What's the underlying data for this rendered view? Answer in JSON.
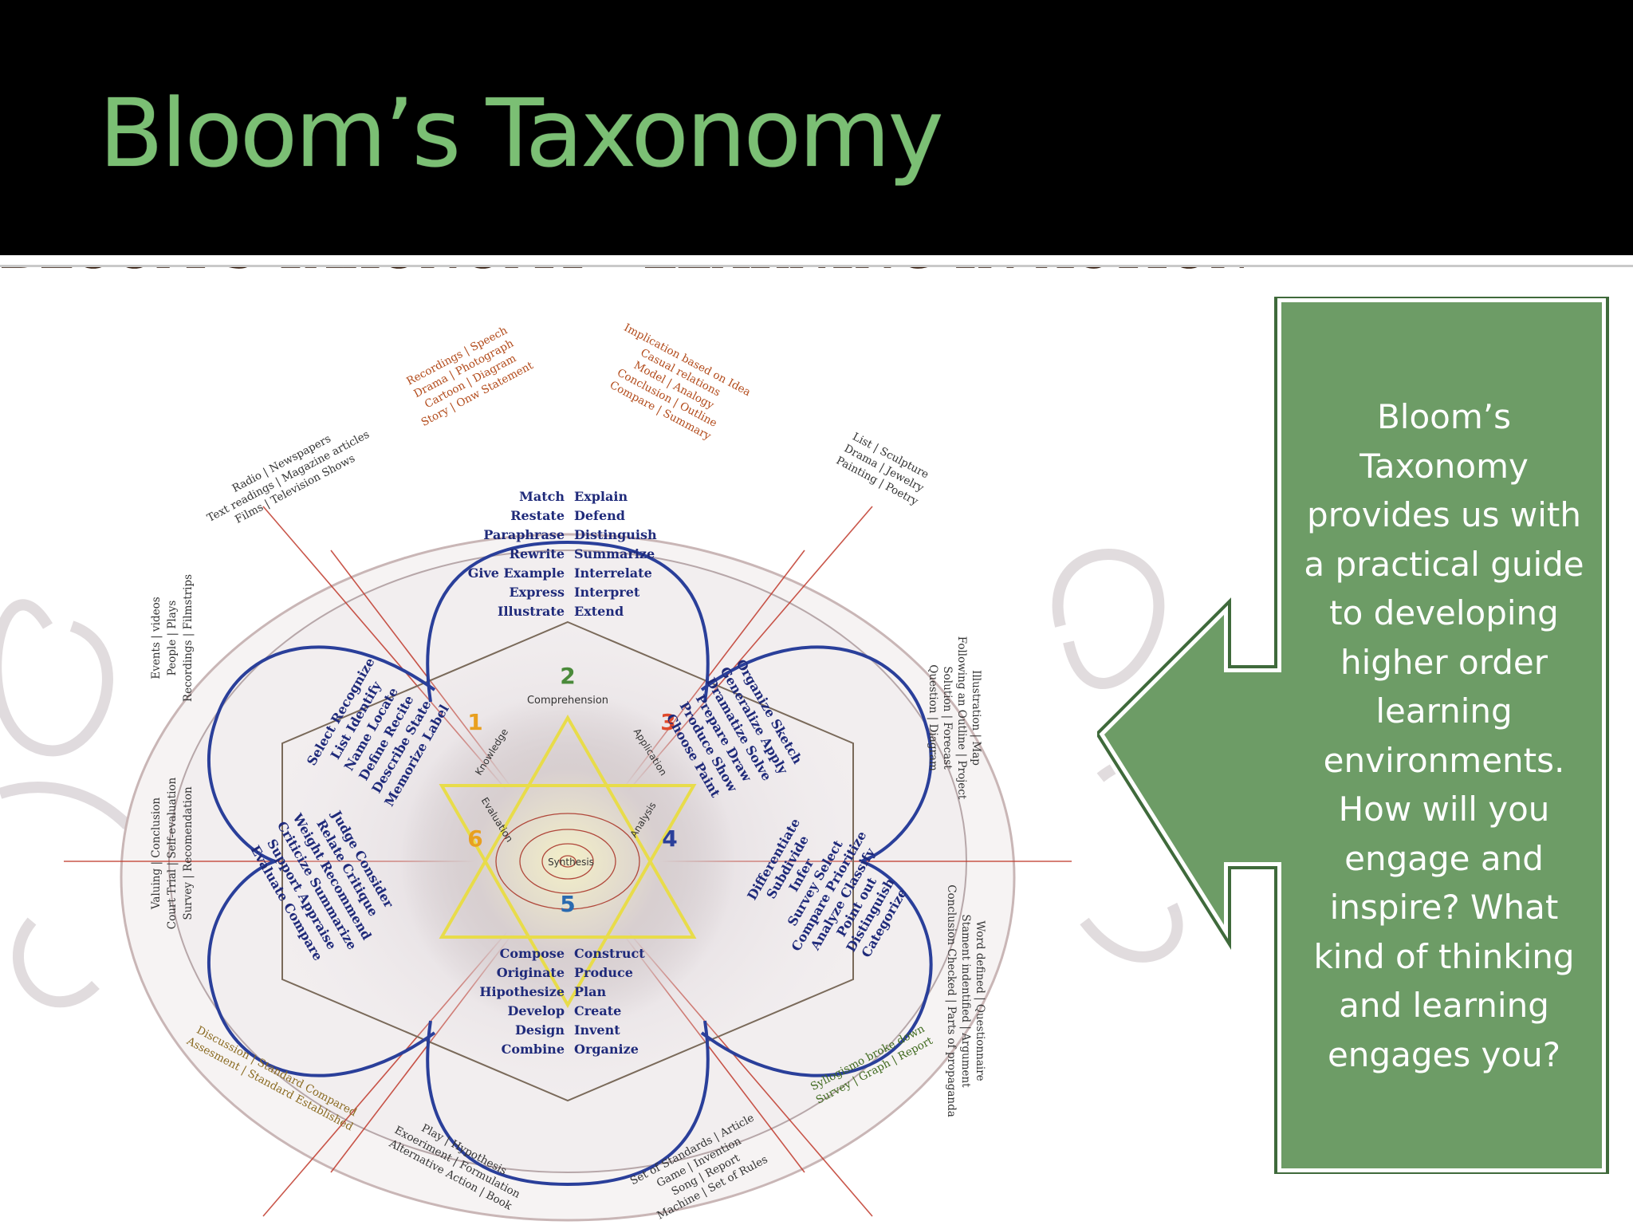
{
  "slide": {
    "title": "Bloom’s Taxonomy",
    "callout_text": "Bloom’s\nTaxonomy\nprovides us with\na practical guide\nto developing\nhigher order\nlearning\nenvironments.\nHow will you\nengage and\ninspire?  What\nkind of thinking\nand learning\nengages you?"
  },
  "colors": {
    "header_bg": "#000000",
    "title_green": "#7bbf74",
    "callout_fill": "#6d9c66",
    "callout_border": "#3f6a3b",
    "diagram_title": "#5a2c14",
    "petal_blue": "#2a3f9a",
    "verb_navy": "#1f2a7a",
    "star_yellow": "#e8dc4a",
    "spoke_red": "#c0392b"
  },
  "diagram": {
    "banner": "BLOOM'S TAXONOMY - LEARNING IN ACTION",
    "levels": [
      {
        "number": "1",
        "name": "Knowledge"
      },
      {
        "number": "2",
        "name": "Comprehension"
      },
      {
        "number": "3",
        "name": "Application"
      },
      {
        "number": "4",
        "name": "Analysis"
      },
      {
        "number": "5",
        "name": "Synthesis"
      },
      {
        "number": "6",
        "name": "Evaluation"
      }
    ],
    "verbs": {
      "top_left": [
        "Match",
        "Restate",
        "Paraphrase",
        "Rewrite",
        "Give Example",
        "Express",
        "Illustrate"
      ],
      "top_right": [
        "Explain",
        "Defend",
        "Distinguish",
        "Summarize",
        "Interrelate",
        "Interpret",
        "Extend"
      ],
      "bottom_left": [
        "Compose",
        "Originate",
        "Hipothesize",
        "Develop",
        "Design",
        "Combine"
      ],
      "bottom_right": [
        "Construct",
        "Produce",
        "Plan",
        "Create",
        "Invent",
        "Organize"
      ],
      "knowledge": [
        "Select  Recognize",
        "List  Identify",
        "Name  Locate",
        "Define  Recite",
        "Describe  State",
        "Memorize  Label"
      ],
      "application": [
        "Organize  Sketch",
        "Generalize  Apply",
        "Dramatize  Solve",
        "Prepare  Draw",
        "Produce  Show",
        "Choose  Paint"
      ],
      "analysis": [
        "Differentiate",
        "Subdivide",
        "Infer",
        "Survey  Select",
        "Compare  Prioritize",
        "Analyze  Classify",
        "Point out",
        "Distinguish",
        "Categorize"
      ],
      "evaluation": [
        "Judge  Consider",
        "Relate  Critique",
        "Weight  Recommend",
        "Criticize  Summarize",
        "Support  Appraise",
        "Evaluate  Compare"
      ]
    },
    "products": {
      "p1": [
        "Recordings | Speech",
        "Drama | Photograph",
        "Cartoon | Diagram",
        "Story | Onw Statement"
      ],
      "p2": [
        "Implication based on Idea",
        "Casual relations",
        "Model | Analogy",
        "Conclusion | Outline",
        "Compare | Summary"
      ],
      "p3": [
        "List | Sculpture",
        "Drama | Jewelry",
        "Painting | Poetry"
      ],
      "p4": [
        "Illustration | Map",
        "Following an Outline | Project",
        "Solution | Forecast",
        "Question | Diagram"
      ],
      "p5": [
        "Word defined | Questionnaire",
        "Stament indentified | Argument",
        "Conclusion Checked | Parts of propaganda"
      ],
      "p6": [
        "Syllogismo broke down",
        "Survey | Graph | Report"
      ],
      "p7": [
        "Set of Standards | Article",
        "Game | Invention",
        "Song | Report",
        "Machine | Set of Rules"
      ],
      "p8": [
        "Play | Hypothesis",
        "Exoeriment | Formulation",
        "Alternative Action | Book"
      ],
      "p9": [
        "Discussion | Standard Compared",
        "Assesment | Standard Established"
      ],
      "p10": [
        "Valuing | Conclusion",
        "Court Trial | Self-evaluation",
        "Survey | Recomendation"
      ],
      "p11": [
        "Events | videos",
        "People | Plays",
        "Recordings | Filmstrips"
      ],
      "p12": [
        "Radio | Newspapers",
        "Text readings | Magazine articles",
        "Films | Television Shows"
      ]
    }
  }
}
